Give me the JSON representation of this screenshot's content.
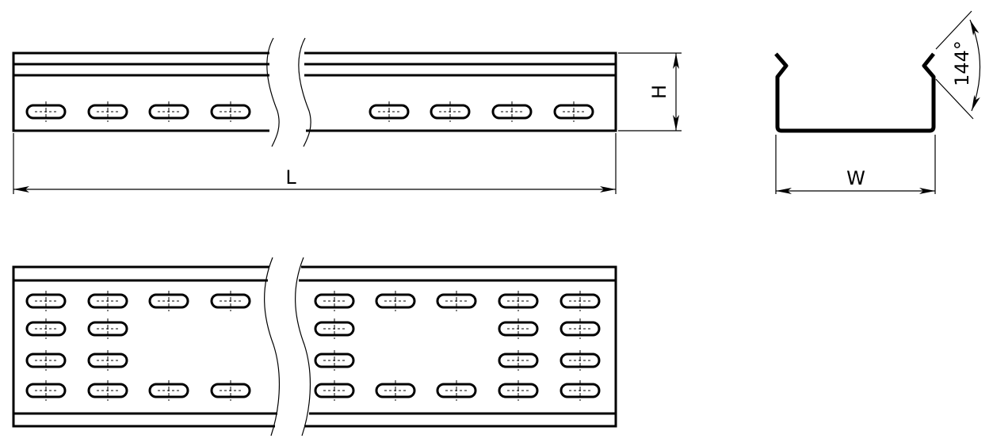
{
  "drawing": {
    "dimensions": {
      "length_label": "L",
      "height_label": "H",
      "width_label": "W",
      "angle_label": "144°"
    }
  },
  "colors": {
    "line": "#000000",
    "background": "#ffffff"
  }
}
